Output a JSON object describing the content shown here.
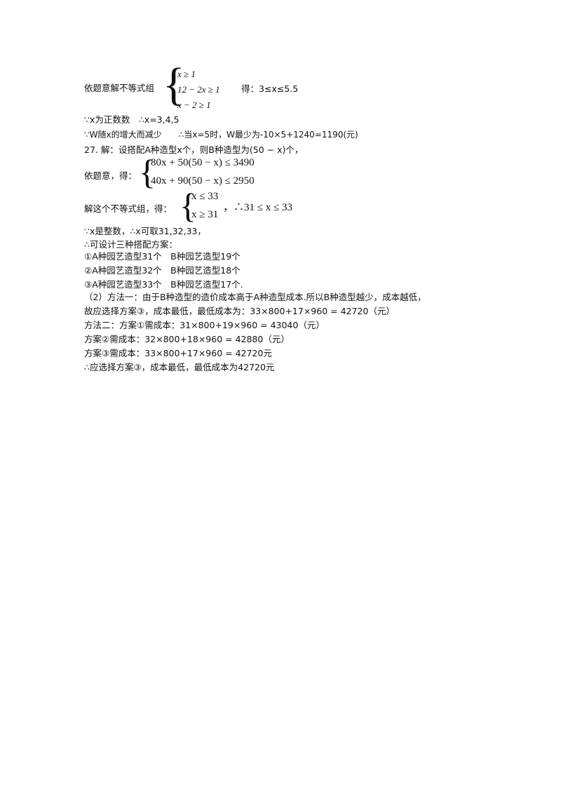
{
  "lines": {
    "l1_prefix": "依题意解不等式组",
    "sys1": [
      "x ≥ 1",
      "12 − 2x ≥ 1",
      "x − 2 ≥ 1"
    ],
    "l1_result": "得：3≤x≤5.5",
    "l2": "∵x为正数数　∴x=3,4,5",
    "l3": "∵W随x的增大而减少　　∴当x=5时，W最少为-10×5+1240=1190(元)",
    "l4": "27. 解：设搭配A种造型x个，则B种造型为(50 − x)个，",
    "l5_prefix": "依题意，得：",
    "sys2": [
      "80x + 50(50 − x) ≤ 3490",
      "40x + 90(50 − x) ≤ 2950"
    ],
    "l6_prefix": "解这个不等式组，得：",
    "sys3": [
      "x ≤ 33",
      "x ≥ 31"
    ],
    "l6_result": "，∴31 ≤ x ≤ 33",
    "l7": "∵x是整数，∴x可取31,32,33，",
    "l8": "∴可设计三种搭配方案：",
    "l9": "①A种园艺造型31个　B种园艺造型19个",
    "l10": "②A种园艺造型32个　B种园艺造型18个",
    "l11": "③A种园艺造型33个　B种园艺造型17个.",
    "l12": "（2）方法一：由于B种造型的造价成本高于A种造型成本.所以B种造型越少，成本越低，",
    "l13": "故应选择方案③，成本最低，最低成本为：33×800+17×960 = 42720（元）",
    "l14": "方法二：方案①需成本：31×800+19×960 = 43040（元）",
    "l15": "方案②需成本：32×800+18×960 = 42880（元）",
    "l16": "方案③需成本：33×800+17×960 = 42720元",
    "l17": "∴应选择方案③，成本最低，最低成本为42720元"
  }
}
